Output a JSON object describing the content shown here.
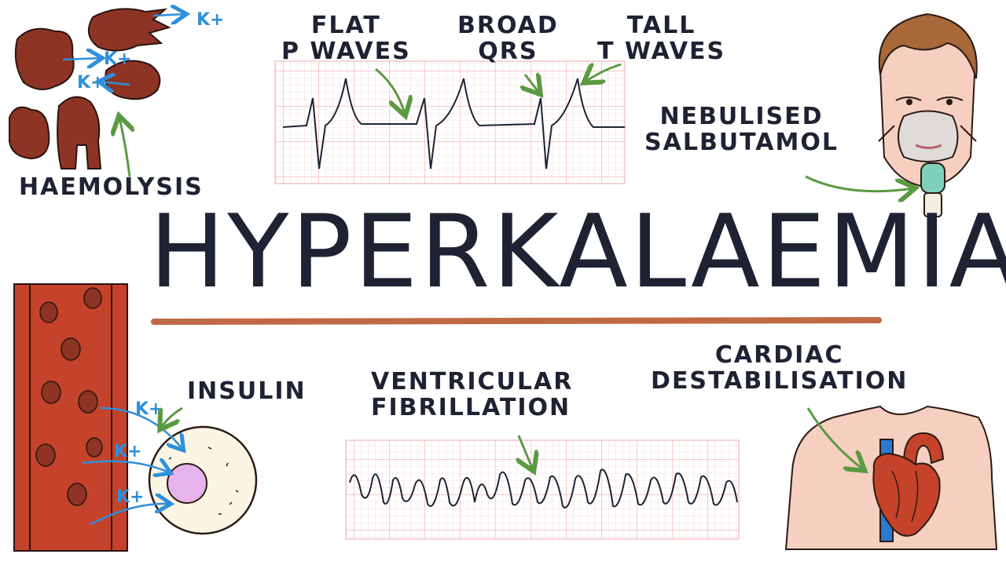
{
  "title": "HYPERKALAEMIA",
  "labels": {
    "flat_p_waves": [
      "FLAT",
      "P WAVES"
    ],
    "broad_qrs": [
      "BROAD",
      "QRS"
    ],
    "tall_t_waves": [
      "TALL",
      "T WAVES"
    ],
    "nebulised_salbutamol": [
      "NEBULISED",
      "SALBUTAMOL"
    ],
    "haemolysis": "HAEMOLYSIS",
    "insulin": "INSULIN",
    "ventricular_fibrillation": [
      "VENTRICULAR",
      "FIBRILLATION"
    ],
    "cardiac_destabilisation": [
      "CARDIAC",
      "DESTABILISATION"
    ]
  },
  "potassium_symbol": "K+",
  "colors": {
    "ink": "#1e2233",
    "rbc": "#8e3424",
    "vessel": "#c5432a",
    "arrow_green": "#5a9a42",
    "arrow_blue": "#2f8fdc",
    "ecg_grid": "#f4c4c8",
    "underline": "#c06a45",
    "skin": "#f6cfc0"
  }
}
